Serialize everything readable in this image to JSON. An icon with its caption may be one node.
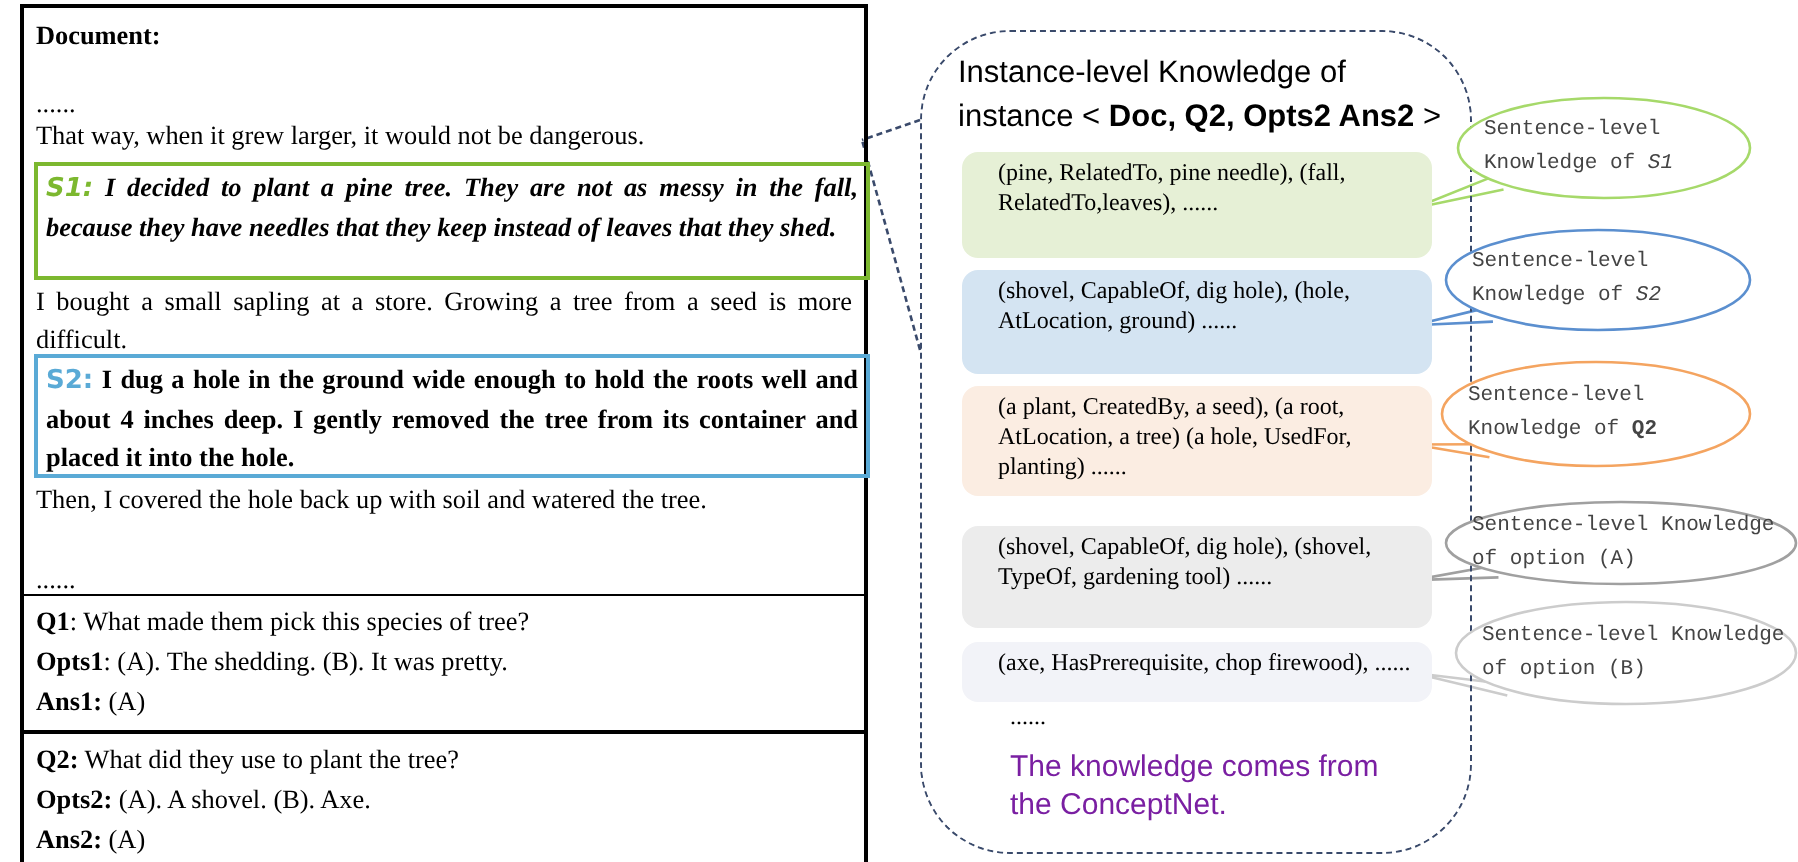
{
  "diagram": {
    "nodes": [
      {
        "text": [
          "Document:",
          "......",
          "That way, when it grew larger, it would not be dangerous.",
          "I bought  a small sapling at a store. Growing a tree from a seed is  more difficult.",
          "Then, I covered the hole back up with soil and watered the tree.",
          "......"
        ]
      },
      {
        "text": [
          "S1: I decided to plant a pine tree. They are not as messy in the fall, because they have needles that they keep instead of leaves that they shed."
        ],
        "in": 0
      },
      {
        "text": [
          "S2: I dug a hole  in the ground wide enough to hold the roots well and about 4 inches deep. I gently  removed the tree from its container and placed it into  the hole."
        ],
        "in": 0
      },
      {
        "text": [
          "**Q1**: What made them pick this species of tree?",
          "**Opts1**: (A). The shedding. (B). It was pretty.",
          "**Ans1:** (A)"
        ]
      },
      {
        "text": [
          "**Q2:** What did they use to plant the tree?",
          "**Opts2:** (A). A shovel. (B). Axe.",
          "**Ans2:** (A)"
        ]
      },
      {
        "text": [
          "Instance-level Knowledge of instance < **Doc, Q2, Opts2 Ans2** >",
          "......",
          "The knowledge comes from the ConceptNet."
        ]
      },
      {
        "text": [
          "(pine, RelatedTo, pine needle), (fall, RelatedTo,leaves), ......"
        ],
        "in": 5
      },
      {
        "text": [
          "(shovel, CapableOf, dig hole), (hole, AtLocation, ground) ......"
        ],
        "in": 5
      },
      {
        "text": [
          "(a plant, CreatedBy, a seed), (a root, AtLocation, a tree) (a hole, UsedFor, planting) ......"
        ],
        "in": 5
      },
      {
        "text": [
          "(shovel, CapableOf, dig hole), (shovel, TypeOf, gardening tool) ......"
        ],
        "in": 5
      },
      {
        "text": [
          "(axe, HasPrerequisite, chop firewood), ......"
        ],
        "in": 5
      },
      {
        "text": [
          "Sentence-level Knowledge  of *S1*"
        ]
      },
      {
        "text": [
          "Sentence-level Knowledge of *S2*"
        ]
      },
      {
        "text": [
          "Sentence-level Knowledge of **Q2**"
        ]
      },
      {
        "text": [
          "Sentence-level Knowledge of option (A)"
        ]
      },
      {
        "text": [
          "Sentence-level Knowledge of option (B)"
        ]
      }
    ],
    "edges": [
      {
        "from": 5,
        "to": 0,
        "arrow": "none",
        "style": "dashed"
      },
      {
        "from": 11,
        "to": 6,
        "arrow": "none",
        "color": "#a6d96a"
      },
      {
        "from": 12,
        "to": 7,
        "arrow": "none",
        "color": "#5b8fcf"
      },
      {
        "from": 13,
        "to": 8,
        "arrow": "none",
        "color": "#f4a460"
      },
      {
        "from": 14,
        "to": 9,
        "arrow": "none",
        "color": "#a0a0a0"
      },
      {
        "from": 15,
        "to": 10,
        "arrow": "none",
        "color": "#cccccc"
      }
    ]
  }
}
